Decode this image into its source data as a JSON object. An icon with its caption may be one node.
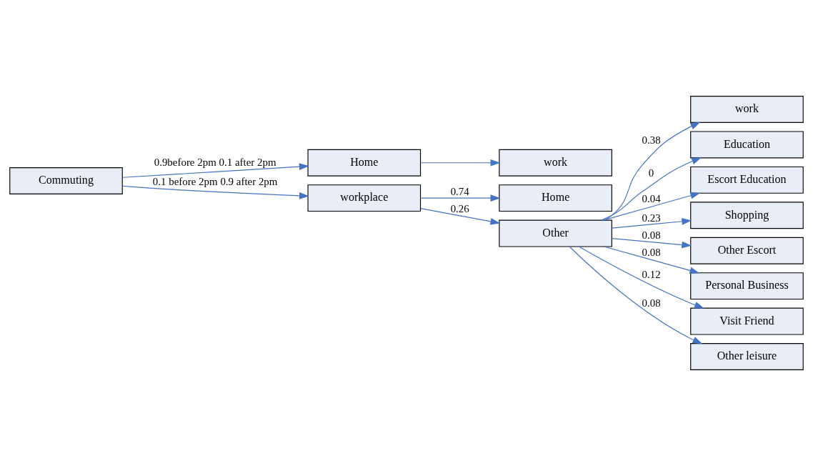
{
  "diagram": {
    "nodes": [
      {
        "text": [
          "Commuting"
        ]
      },
      {
        "text": [
          "Home"
        ]
      },
      {
        "text": [
          "work"
        ]
      },
      {
        "text": [
          "workplace"
        ]
      },
      {
        "text": [
          "Home"
        ]
      },
      {
        "text": [
          "Other"
        ]
      },
      {
        "text": [
          "work"
        ]
      },
      {
        "text": [
          "Education"
        ]
      },
      {
        "text": [
          "Escort Education"
        ]
      },
      {
        "text": [
          "Shopping"
        ]
      },
      {
        "text": [
          "Other Escort"
        ]
      },
      {
        "text": [
          "Personal Business"
        ]
      },
      {
        "text": [
          "Visit Friend"
        ]
      },
      {
        "text": [
          "Other leisure"
        ]
      }
    ],
    "edges": [
      {
        "from": 0,
        "to": 1,
        "arrow": "to",
        "label": "0.9before 2pm 0.1 after 2pm"
      },
      {
        "from": 1,
        "to": 2,
        "arrow": "to"
      },
      {
        "from": 0,
        "to": 3,
        "arrow": "to",
        "label": "0.1 before 2pm 0.9 after 2pm"
      },
      {
        "from": 3,
        "to": 4,
        "arrow": "to",
        "label": "0.74"
      },
      {
        "from": 3,
        "to": 5,
        "arrow": "to",
        "label": "0.26"
      },
      {
        "from": 5,
        "to": 6,
        "arrow": "to",
        "label": "0.38"
      },
      {
        "from": 5,
        "to": 7,
        "arrow": "to",
        "label": "0"
      },
      {
        "from": 5,
        "to": 8,
        "arrow": "to",
        "label": "0.04"
      },
      {
        "from": 5,
        "to": 9,
        "arrow": "to",
        "label": "0.23"
      },
      {
        "from": 5,
        "to": 10,
        "arrow": "to",
        "label": "0.08"
      },
      {
        "from": 5,
        "to": 11,
        "arrow": "to",
        "label": "0.08"
      },
      {
        "from": 5,
        "to": 12,
        "arrow": "to",
        "label": "0.12"
      },
      {
        "from": 5,
        "to": 13,
        "arrow": "to",
        "label": "0.08"
      }
    ]
  }
}
